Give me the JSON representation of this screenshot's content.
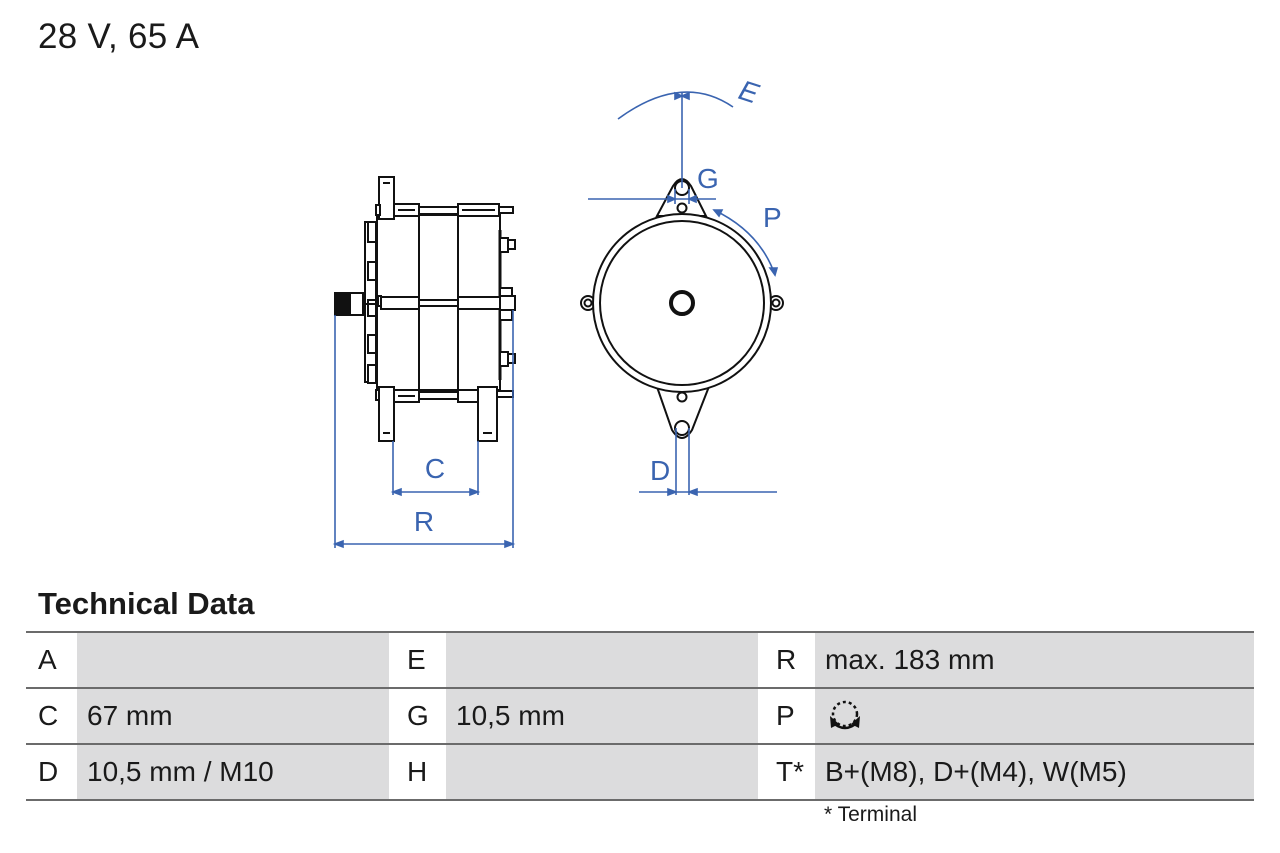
{
  "header": {
    "title": "28 V, 65 A"
  },
  "drawing": {
    "dimension_labels": {
      "E": "E",
      "G": "G",
      "P": "P",
      "C": "C",
      "R": "R",
      "D": "D"
    },
    "colors": {
      "outline": "#111111",
      "dimension": "#3a64b0"
    }
  },
  "technical_data": {
    "title": "Technical Data",
    "rows": [
      [
        {
          "label": "A",
          "value": ""
        },
        {
          "label": "E",
          "value": ""
        },
        {
          "label": "R",
          "value": "max. 183 mm"
        }
      ],
      [
        {
          "label": "C",
          "value": "67 mm"
        },
        {
          "label": "G",
          "value": "10,5 mm"
        },
        {
          "label": "P",
          "value": "",
          "icon": "rotation-both-directions-icon"
        }
      ],
      [
        {
          "label": "D",
          "value": "10,5 mm / M10"
        },
        {
          "label": "H",
          "value": ""
        },
        {
          "label": "T*",
          "value": "B+(M8), D+(M4), W(M5)"
        }
      ]
    ],
    "footnote": "* Terminal",
    "colors": {
      "value_cell_bg": "#dcdcdd",
      "row_rule": "#6b6b6b"
    }
  }
}
